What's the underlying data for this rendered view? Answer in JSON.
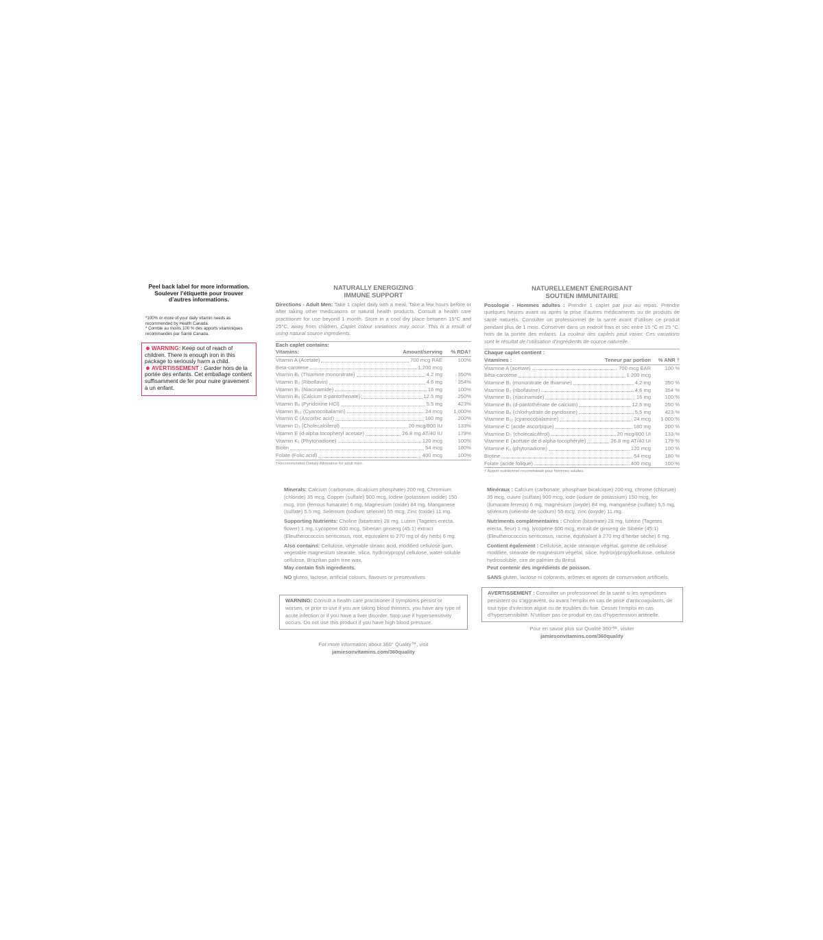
{
  "left": {
    "peel_lines": [
      "Peel back label for more information.",
      "Soulever l’étiquette pour trouver",
      "d’autres informations."
    ],
    "footnote_lines": [
      "*100% or more of your daily vitamin needs as",
      "recommended by Health Canada.",
      "* Comble au moins 100 % des apports vitaminiques",
      "recommandés par Santé Canada."
    ],
    "warning_label": "WARNING:",
    "warning_text": " Keep out of reach of children. There is enough iron in this package to seriously harm a child.",
    "avert_label": "AVERTISSEMENT :",
    "avert_text": " Garder hors de la portée des enfants. Cet emballage contient suffisamment de fer pour nuire gravement à un enfant.",
    "accent_color": "#e4364f"
  },
  "en": {
    "title1": "NATURALLY ENERGIZING",
    "title2": "IMMUNE SUPPORT",
    "dir_label": "Directions - Adult Men:",
    "dir_text": " Take 1 caplet daily with a meal. Take a few hours before or after taking other medications or natural health products. Consult a health care practitioner for use beyond 1 month. Store in a cool dry place between 15°C and 25°C, away from children. ",
    "dir_italic": "Caplet colour variations may occur. This is a result of using natural source ingredients.",
    "each": "Each caplet contains:",
    "col_vit": "Vitamins:",
    "col_amt": "Amount/serving",
    "col_pct": "% RDA†",
    "rows": [
      {
        "n": "Vitamin A (Acetate)",
        "a": "700 mcg RAE",
        "p": "100%"
      },
      {
        "n": "Beta-carotene",
        "a": "1,200 mcg",
        "p": ""
      },
      {
        "n": "Vitamin B₁ (Thiamine mononitrate)",
        "a": "4.2 mg",
        "p": "350%"
      },
      {
        "n": "Vitamin B₂ (Riboflavin)",
        "a": "4.6 mg",
        "p": "354%"
      },
      {
        "n": "Vitamin B₃ (Niacinamide)",
        "a": "16 mg",
        "p": "100%"
      },
      {
        "n": "Vitamin B₅ (Calcium d-pantothenate)",
        "a": "12.5 mg",
        "p": "250%"
      },
      {
        "n": "Vitamin B₆ (Pyridoxine HCl)",
        "a": "5.5 mg",
        "p": "423%"
      },
      {
        "n": "Vitamin B₁₂ (Cyanocobalamin)",
        "a": "24 mcg",
        "p": "1,000%"
      },
      {
        "n": "Vitamin C (Ascorbic acid)",
        "a": "180 mg",
        "p": "200%"
      },
      {
        "n": "Vitamin D₃ (Cholecalciferol)",
        "a": "20 mcg/800 IU",
        "p": "133%"
      },
      {
        "n": "Vitamin E (d-alpha tocopheryl acetate)",
        "a": "26.8 mg AT/40 IU",
        "p": "179%"
      },
      {
        "n": "Vitamin K₁ (Phytonadione)",
        "a": "120 mcg",
        "p": "100%"
      },
      {
        "n": "Biotin",
        "a": "54 mcg",
        "p": "180%"
      },
      {
        "n": "Folate (Folic acid)",
        "a": "400 mcg",
        "p": "100%"
      }
    ],
    "footnote": "†Recommended Dietary Allowance for adult men.",
    "minerals_label": "Minerals:",
    "minerals": " Calcium (carbonate, dicalcium phosphate) 200 mg, Chromium (chloride) 35 mcg, Copper (sulfate) 900 mcg, Iodine (potassium iodide) 150 mcg, Iron (ferrous fumarate) 6 mg, Magnesium (oxide) 84 mg, Manganese (sulfate) 5.5 mg, Selenium (sodium selenite) 55 mcg, Zinc (oxide) 11 mg.",
    "supp_label": "Supporting Nutrients:",
    "supp": " Choline (bitartrate) 28 mg, Lutein (Tagetes erecta, flower) 1 mg, Lycopene 600 mcg, Siberian ginseng (45:1) extract (Eleutherococcus senticosus, root, equivalent to 270 mg of dry herb) 6 mg.",
    "also_label": "Also contains:",
    "also": " Cellulose, vegetable stearic acid, modified cellulose gum, vegetable magnesium stearate, silica, hydroxypropyl cellulose, water-soluble cellulose, Brazilian palm tree wax.",
    "fish": "May contain fish ingredients.",
    "no_label": "NO",
    "no": " gluten, lactose, artificial colours, flavours or preservatives",
    "warn_label": "WARNING:",
    "warn": " Consult a health care practitioner if symptoms persist or worsen, or prior to use if you are taking blood thinners, you have any type of acute infection or if you have a liver disorder. Stop use if hypersensitivity occurs. Do not use this product if you have high blood pressure.",
    "more": "For more information about 360° Quality™, visit",
    "url": "jamiesonvitamins.com/360quality"
  },
  "fr": {
    "title1": "NATURELLEMENT ÉNERGISANT",
    "title2": "SOUTIEN IMMUNITAIRE",
    "dir_label": "Posologie - Hommes adultes :",
    "dir_text": " Prendre 1 caplet par jour au repas. Prendre quelques heures avant ou après la prise d’autres médicaments ou de produits de santé naturels. Consulter un professionnel de la santé avant d’utiliser ce produit pendant plus de 1 mois. Conserver dans un endroit frais et sec entre 15 °C et 25 °C, hors de la portée des enfants. ",
    "dir_italic": "La couleur des caplets peut varier. Ces variations sont le résultat de l’utilisation d’ingrédients de source naturelle.",
    "each": "Chaque caplet contient :",
    "col_vit": "Vitamines :",
    "col_amt": "Teneur par portion",
    "col_pct": "% ANR †",
    "rows": [
      {
        "n": "Vitamine A (acétate)",
        "a": "700 mcg EAR",
        "p": "100 %"
      },
      {
        "n": "Bêta-carotène",
        "a": "1 200 mcg",
        "p": ""
      },
      {
        "n": "Vitamine B₁ (mononitrate de thiamine)",
        "a": "4,2 mg",
        "p": "350 %"
      },
      {
        "n": "Vitamine B₂ (riboflavine)",
        "a": "4,6 mg",
        "p": "354 %"
      },
      {
        "n": "Vitamine B₃ (niacinamide)",
        "a": "16 mg",
        "p": "100 %"
      },
      {
        "n": "Vitamine B₅ (d-pantothénate de calcium)",
        "a": "12,5 mg",
        "p": "250 %"
      },
      {
        "n": "Vitamine B₆ (chlorhydrate de pyridoxine)",
        "a": "5,5 mg",
        "p": "423 %"
      },
      {
        "n": "Vitamine B₁₂ (cyanocobalamine)",
        "a": "24 mcg",
        "p": "1 000 %"
      },
      {
        "n": "Vitamine C (acide ascorbique)",
        "a": "180 mg",
        "p": "200 %"
      },
      {
        "n": "Vitamine D₃ (cholécalciférol)",
        "a": "20 mcg/800 UI",
        "p": "133 %"
      },
      {
        "n": "Vitamine E (acétate de d-alpha-tocophéryle)",
        "a": "26,8 mg AT/40 UI",
        "p": "179 %"
      },
      {
        "n": "Vitamine K₁ (phytonadione)",
        "a": "120 mcg",
        "p": "100 %"
      },
      {
        "n": "Biotine",
        "a": "54 mcg",
        "p": "180 %"
      },
      {
        "n": "Folate (acide folique)",
        "a": "400 mcg",
        "p": "100 %"
      }
    ],
    "footnote": "† Apport nutritionnel recommandé pour hommes adultes.",
    "minerals_label": "Minéraux :",
    "minerals": " Calcium (carbonate, phosphate bicalcique) 200 mg, chrome (chlorure) 35 mcg, cuivre (sulfate) 900 mcg, iode (iodure de potassium) 150 mcg, fer (fumarate ferreux) 6 mg, magnésium (oxyde) 84 mg, manganèse (sulfate) 5,5 mg, sélénium (sélénite de sodium) 55 mcg, zinc (oxyde) 11 mg.",
    "supp_label": "Nutriments complémentaires :",
    "supp": " Choline (bitartrate) 28 mg, lutéine (Tagetes erecta, fleur) 1 mg, lycopène 600 mcg, extrait de ginseng de Sibérie (45:1) (Eleutherococcus senticosus, racine, équivalant à 270 mg d’herbe sèche) 6 mg.",
    "also_label": "Contient également :",
    "also": " Cellulose, acide stéarique végétal, gomme de cellulose modifiée, stéarate de magnésium végétal, silice, hydroxypropylcellulose, cellulose hydrosoluble, cire de palmier du Brésil.",
    "fish": "Peut contenir des ingrédients de poisson.",
    "no_label": "SANS",
    "no": " gluten, lactose ni colorants, arômes et agents de conservation artificiels.",
    "warn_label": "AVERTISSEMENT :",
    "warn": " Consulter un professionnel de la santé si les symptômes persistent ou s’aggravent, ou avant l’emploi en cas de prise d’anticoagulants, de tout type d’infection aiguë ou de troubles du foie. Cesser l’emploi en cas d’hypersensibilité. N’utiliser pas ce produit en cas d’hypertension artérielle.",
    "more": "Pour en savoir plus sur Qualité 360°ᴹᶜ, visiter",
    "url": "jamiesonvitamins.com/360quality"
  }
}
